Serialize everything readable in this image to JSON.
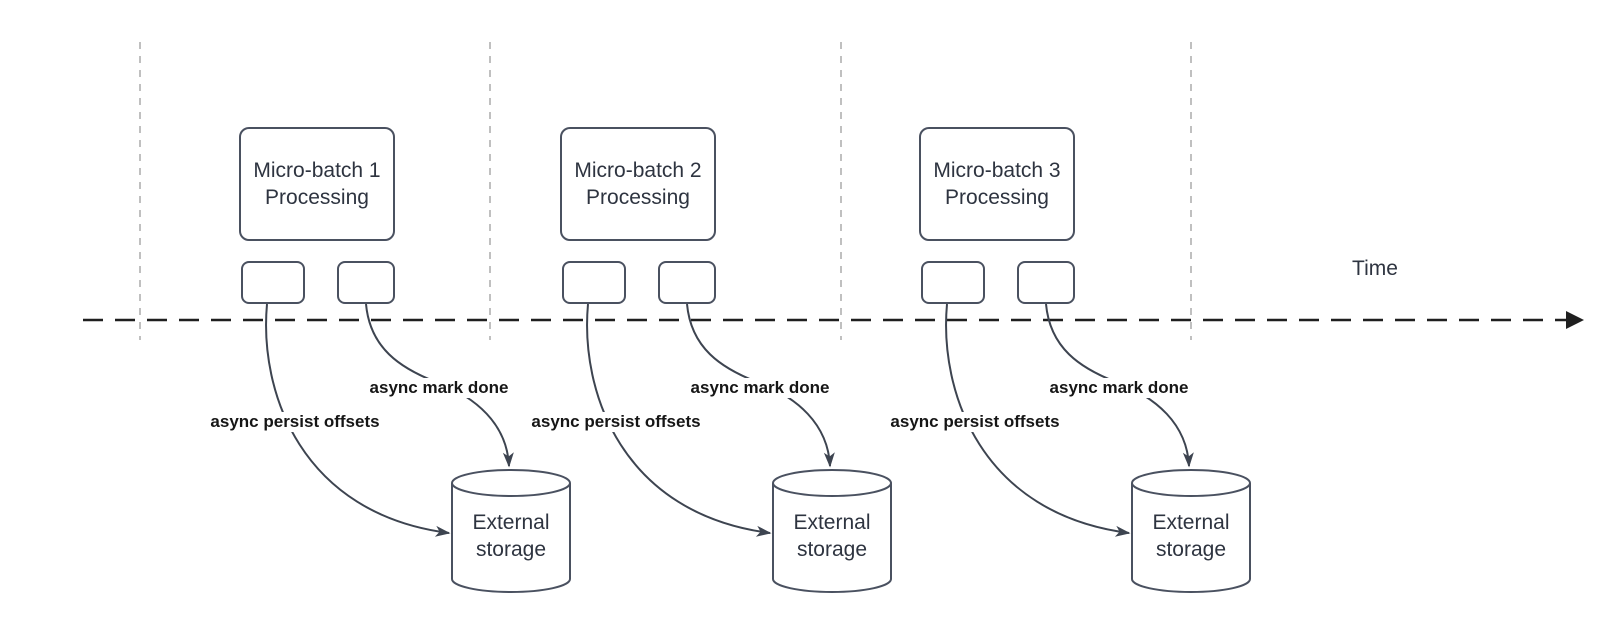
{
  "time_label": "Time",
  "groups": [
    {
      "title": "Micro-batch 1 Processing",
      "persist_label": "async persist offsets",
      "done_label": "async mark done",
      "storage_label": "External storage"
    },
    {
      "title": "Micro-batch 2 Processing",
      "persist_label": "async persist offsets",
      "done_label": "async mark done",
      "storage_label": "External storage"
    },
    {
      "title": "Micro-batch 3 Processing",
      "persist_label": "async persist offsets",
      "done_label": "async mark done",
      "storage_label": "External storage"
    }
  ],
  "colors": {
    "background": "#ffffff",
    "section_divider": "#b0b0b0",
    "time_axis": "#1f1f1f",
    "shape_border": "#4a5160",
    "shape_text": "#2e3440",
    "arrow": "#3d4450",
    "annotation_text": "#161616"
  }
}
